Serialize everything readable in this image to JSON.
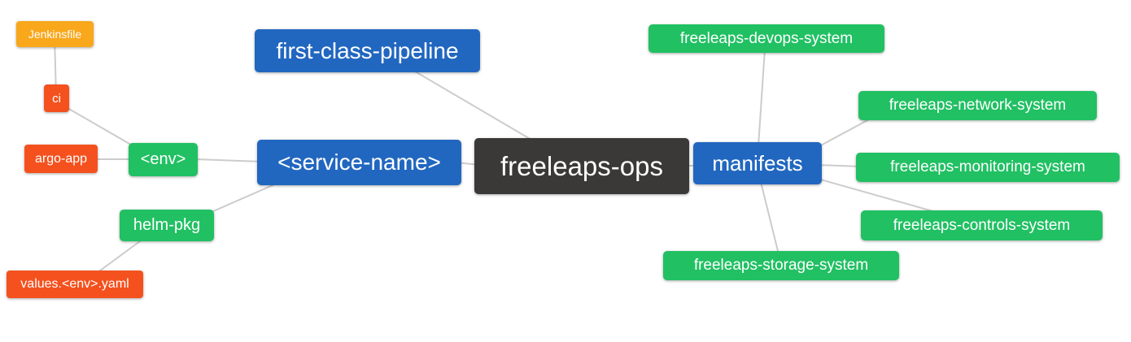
{
  "diagram": {
    "type": "mindmap",
    "root_label": "freeleaps-ops",
    "colors": {
      "blue": "#2167c0",
      "green": "#21c063",
      "orange": "#f4511e",
      "amber": "#f9a71b",
      "dark": "#3b3838",
      "edge": "#cccccc",
      "background": "#ffffff",
      "text": "#ffffff"
    },
    "nodes": [
      {
        "id": "jenkinsfile",
        "label": "Jenkinsfile",
        "color": "amber"
      },
      {
        "id": "ci",
        "label": "ci",
        "color": "orange"
      },
      {
        "id": "argo-app",
        "label": "argo-app",
        "color": "orange"
      },
      {
        "id": "env",
        "label": "<env>",
        "color": "green"
      },
      {
        "id": "helm-pkg",
        "label": "helm-pkg",
        "color": "green"
      },
      {
        "id": "values-env-yaml",
        "label": "values.<env>.yaml",
        "color": "orange"
      },
      {
        "id": "first-class-pipeline",
        "label": "first-class-pipeline",
        "color": "blue"
      },
      {
        "id": "service-name",
        "label": "<service-name>",
        "color": "blue"
      },
      {
        "id": "freeleaps-ops",
        "label": "freeleaps-ops",
        "color": "dark"
      },
      {
        "id": "manifests",
        "label": "manifests",
        "color": "blue"
      },
      {
        "id": "freeleaps-devops-system",
        "label": "freeleaps-devops-system",
        "color": "green"
      },
      {
        "id": "freeleaps-network-system",
        "label": "freeleaps-network-system",
        "color": "green"
      },
      {
        "id": "freeleaps-monitoring-system",
        "label": "freeleaps-monitoring-system",
        "color": "green"
      },
      {
        "id": "freeleaps-controls-system",
        "label": "freeleaps-controls-system",
        "color": "green"
      },
      {
        "id": "freeleaps-storage-system",
        "label": "freeleaps-storage-system",
        "color": "green"
      }
    ],
    "edges": [
      {
        "from": "jenkinsfile",
        "to": "ci"
      },
      {
        "from": "ci",
        "to": "env"
      },
      {
        "from": "argo-app",
        "to": "env"
      },
      {
        "from": "env",
        "to": "service-name"
      },
      {
        "from": "helm-pkg",
        "to": "service-name"
      },
      {
        "from": "values-env-yaml",
        "to": "helm-pkg"
      },
      {
        "from": "first-class-pipeline",
        "to": "freeleaps-ops"
      },
      {
        "from": "service-name",
        "to": "freeleaps-ops"
      },
      {
        "from": "freeleaps-ops",
        "to": "manifests"
      },
      {
        "from": "manifests",
        "to": "freeleaps-devops-system"
      },
      {
        "from": "manifests",
        "to": "freeleaps-network-system"
      },
      {
        "from": "manifests",
        "to": "freeleaps-monitoring-system"
      },
      {
        "from": "manifests",
        "to": "freeleaps-controls-system"
      },
      {
        "from": "manifests",
        "to": "freeleaps-storage-system"
      }
    ]
  }
}
